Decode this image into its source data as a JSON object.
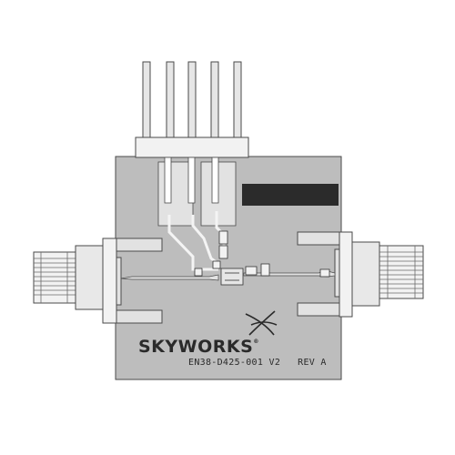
{
  "board": {
    "brand_name": "SKYWORKS",
    "trademark": "®",
    "part_number": "EN38-D425-001",
    "version": "V2",
    "revision": "REV A",
    "colors": {
      "substrate": "#bdbdbd",
      "metal": "#e2e2e2",
      "outline": "#4a4a4a",
      "label_block": "#2b2b2b"
    }
  },
  "icons": {
    "logo": "skyworks-swoosh-icon",
    "rf_connector": "sma-connector-icon",
    "header": "pin-header-icon"
  }
}
